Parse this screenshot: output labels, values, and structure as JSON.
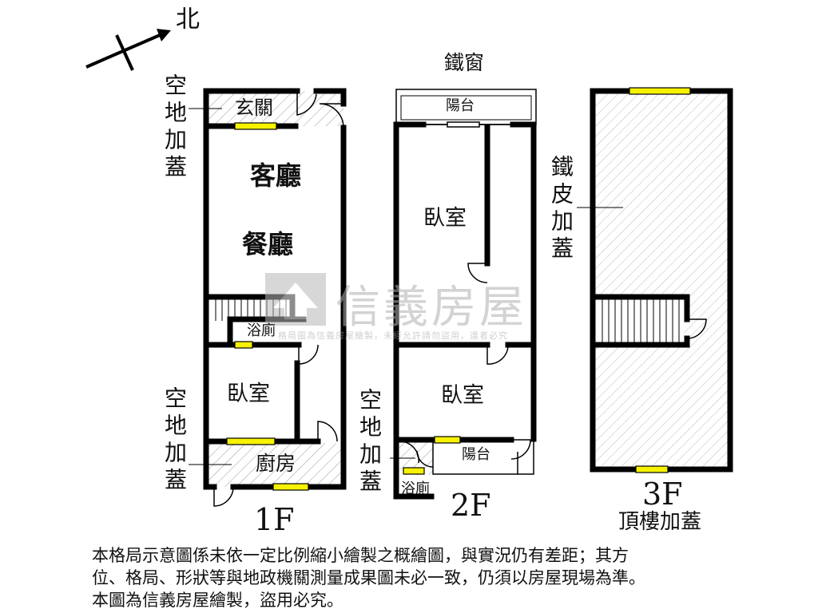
{
  "compass": {
    "label": "北"
  },
  "floor1": {
    "name": "1F",
    "ext_top": "空地加蓋",
    "ext_bottom": "空地加蓋",
    "rooms": {
      "entry": "玄關",
      "living": "客廳",
      "dining": "餐廳",
      "bath": "浴廁",
      "bedroom": "臥室",
      "kitchen": "廚房"
    }
  },
  "floor2": {
    "name": "2F",
    "window": "鐵窗",
    "balcony_top": "陽台",
    "balcony_bottom": "陽台",
    "bedroom_a": "臥室",
    "bedroom_b": "臥室",
    "ext": "空地加蓋",
    "bath": "浴廁"
  },
  "floor3": {
    "name": "3F",
    "subtitle": "頂樓加蓋",
    "ext": "鐵皮加蓋"
  },
  "watermark": {
    "brand": "信義房屋",
    "sub": "格局圖為信義房屋繪製，未經允許請勿盜用，違者必究"
  },
  "disclaimer": [
    "本格局示意圖係未依一定比例縮小繪製之概繪圖，與實況仍有差距；其方",
    "位、格局、形狀等與地政機關測量成果圖未必一致，仍須以房屋現場為準。",
    "本圖為信義房屋繪製，盜用必究。"
  ]
}
